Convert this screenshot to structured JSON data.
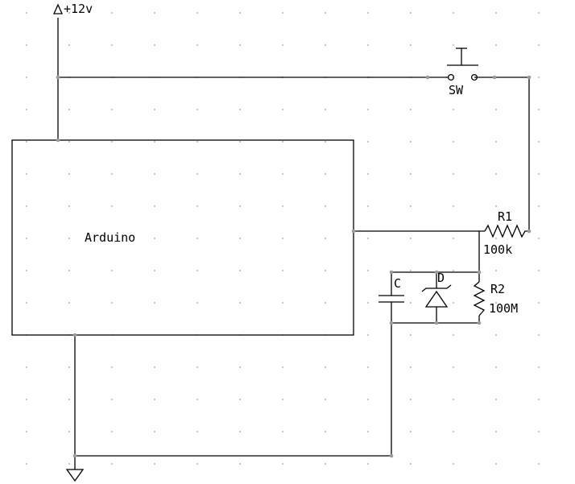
{
  "labels": {
    "supply": "+12v",
    "arduino": "Arduino",
    "switch": "SW",
    "r1_name": "R1",
    "r1_value": "100k",
    "r2_name": "R2",
    "r2_value": "100M",
    "capacitor": "C",
    "diode": "D"
  },
  "colors": {
    "wire": "#000000",
    "grid_dot": "#9a9a9a",
    "background": "#ffffff"
  },
  "icons": {
    "supply": "power-arrow-icon",
    "ground": "ground-icon",
    "switch": "push-button-icon",
    "resistor": "resistor-zigzag-icon",
    "capacitor": "capacitor-icon",
    "diode": "zener-diode-icon"
  }
}
